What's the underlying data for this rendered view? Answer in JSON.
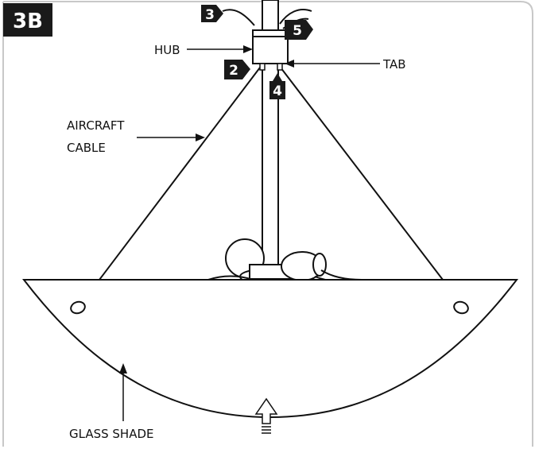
{
  "figure_id": "3B",
  "labels": {
    "hub": "HUB",
    "tab": "TAB",
    "aircraft_line1": "AIRCRAFT",
    "aircraft_line2": "CABLE",
    "glass_shade": "GLASS SHADE"
  },
  "steps": [
    "2",
    "3",
    "4",
    "5"
  ]
}
